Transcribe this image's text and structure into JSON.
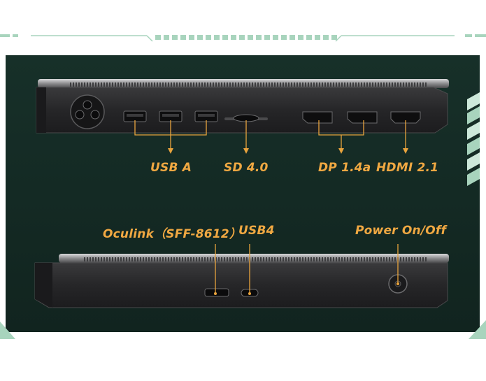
{
  "colors": {
    "panel": "#142a25",
    "accent_frame": "#a8d4bd",
    "accent_frame_light": "#cde8da",
    "label": "#f0a842",
    "leader_line": "#e8a33d",
    "device_body": "#2b2b2d",
    "device_top": "#9a9a9c"
  },
  "labels": {
    "usb_a": "USB A",
    "sd": "SD 4.0",
    "dp": "DP 1.4a",
    "hdmi": "HDMI 2.1",
    "oculink": "Oculink（SFF-8612）",
    "usb4": "USB4",
    "power": "Power On/Off"
  },
  "icons": {
    "power_inlet": "ac-power-inlet-icon",
    "power_button": "power-button-icon"
  }
}
